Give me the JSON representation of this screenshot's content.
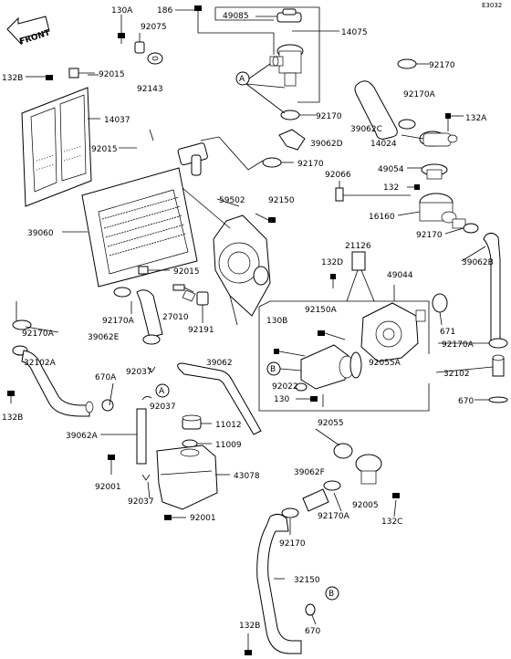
{
  "diagram_ref": "E3032",
  "front_label": "FRONT",
  "circle_refs": {
    "a": "A",
    "b": "B"
  },
  "parts": {
    "p130a": "130A",
    "p186": "186",
    "p49085": "49085",
    "p14075": "14075",
    "p92075": "92075",
    "p132b_top": "132B",
    "p92015_top": "92015",
    "p92143": "92143",
    "p92170_tr": "92170",
    "p14037": "14037",
    "p92170a_tr": "92170A",
    "p132a_r": "132A",
    "p92170_mid": "92170",
    "p39062c": "39062C",
    "p14024": "14024",
    "p92015_mid": "92015",
    "p39062d": "39062D",
    "p92170_m2": "92170",
    "p92066": "92066",
    "p49054": "49054",
    "p132_r": "132",
    "p59502": "59502",
    "p92150": "92150",
    "p39060": "39060",
    "p16160": "16160",
    "p92170_r3": "92170",
    "p21126": "21126",
    "p39062b": "39062B",
    "p132d": "132D",
    "p49044": "49044",
    "p92015_bot": "92015",
    "p92150a": "92150A",
    "p27010": "27010",
    "p130b": "130B",
    "p671": "671",
    "p92170a_l": "92170A",
    "p92191": "92191",
    "p92170a_l2": "92170A",
    "p92170a_r4": "92170A",
    "p39062e": "39062E",
    "p92055a": "92055A",
    "p32102a": "32102A",
    "p39062": "39062",
    "p92022": "92022",
    "p670a": "670A",
    "p92037_a": "92037",
    "p32102": "32102",
    "p92037_b": "92037",
    "p130": "130",
    "p132b_l": "132B",
    "p670_r": "670",
    "p11012": "11012",
    "p39062a": "39062A",
    "p11009": "11009",
    "p92055": "92055",
    "p43078": "43078",
    "p39062f": "39062F",
    "p92001_a": "92001",
    "p92005": "92005",
    "p92037_c": "92037",
    "p92170a_b": "92170A",
    "p132c": "132C",
    "p92001_b": "92001",
    "p92170_b": "92170",
    "p32150": "32150",
    "p670_b": "670",
    "p132b_b": "132B"
  }
}
